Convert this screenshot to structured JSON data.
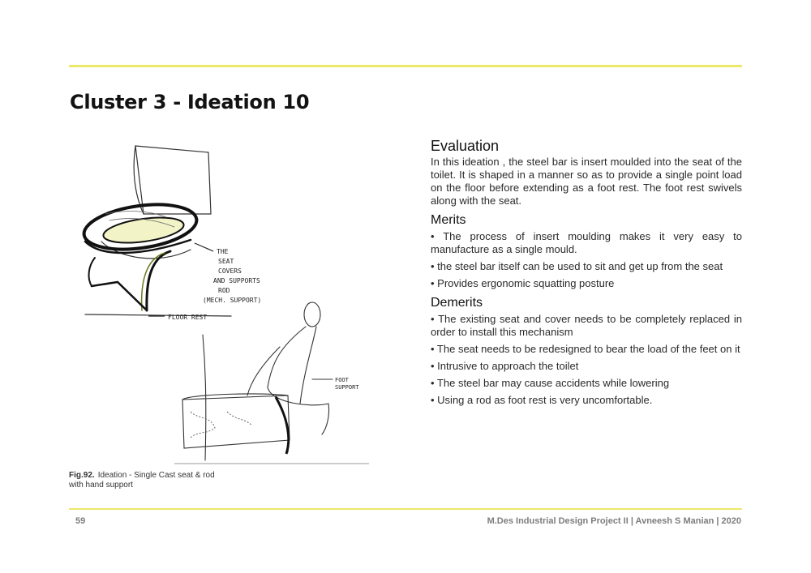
{
  "page": {
    "title": "Cluster 3 - Ideation 10",
    "page_number": "59",
    "footer_text": "M.Des Industrial Design Project II | Avneesh S Manian | 2020"
  },
  "figure": {
    "label": "Fig.92.",
    "caption": "Ideation - Single Cast seat & rod with hand support",
    "annotations": {
      "seat": "THE SEAT COVERS AND SUPPORTS ROD (MECH. SUPPORT)",
      "floor": "FLOOR REST",
      "foot": "FOOT SUPPORT"
    }
  },
  "evaluation": {
    "heading": "Evaluation",
    "text": "In this ideation , the steel bar is insert moulded into the seat of the toilet. It is shaped in a manner so as to provide a single point load on the floor before extending as a foot rest. The foot rest swivels along with the seat."
  },
  "merits": {
    "heading": "Merits",
    "items": [
      "• The process of insert moulding makes it very easy to manufacture as a single mould.",
      "• the steel bar itself can be used to sit and get up from the seat",
      "• Provides ergonomic squatting posture"
    ]
  },
  "demerits": {
    "heading": "Demerits",
    "items": [
      "• The existing seat and cover needs to be completely replaced in order to install this mechanism",
      "• The seat needs to be redesigned to bear the load of the feet on it",
      "• Intrusive to approach the toilet",
      "• The steel bar may cause accidents while lowering",
      "• Using a rod as foot rest is very uncomfortable."
    ]
  }
}
